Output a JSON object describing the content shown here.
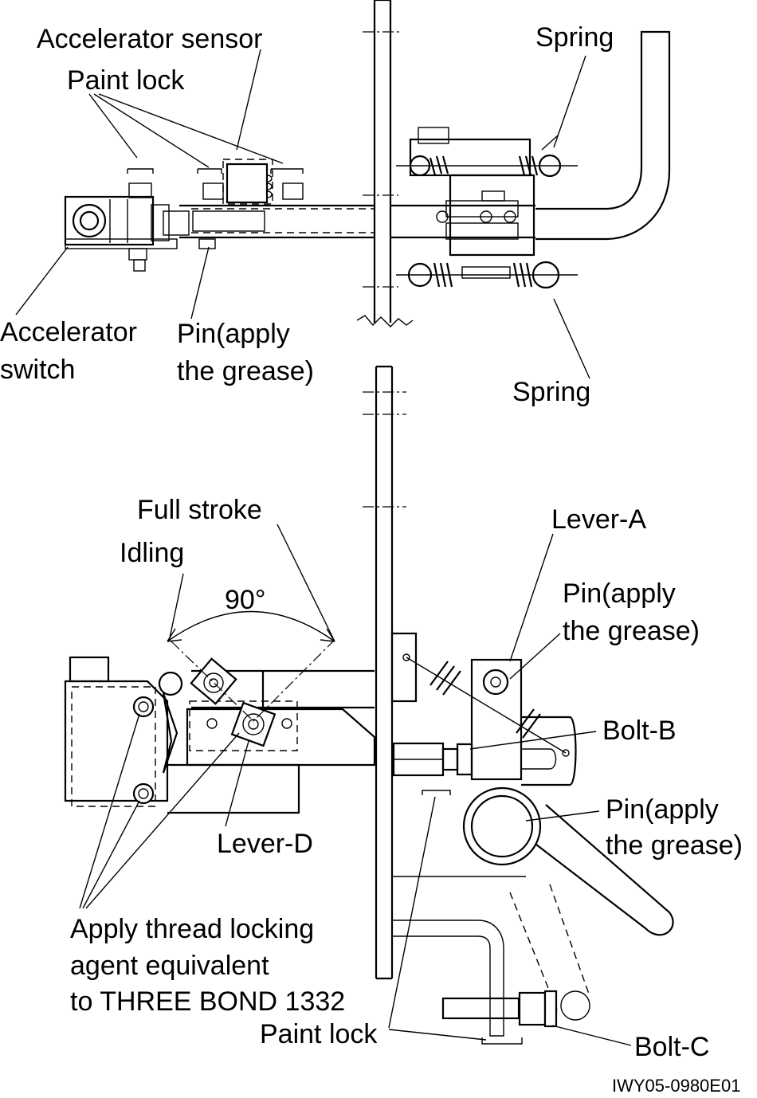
{
  "labels": {
    "accelerator_sensor": "Accelerator sensor",
    "paint_lock_top": "Paint lock",
    "spring_top": "Spring",
    "accelerator_switch_1": "Accelerator",
    "accelerator_switch_2": "switch",
    "pin_top_1": "Pin(apply",
    "pin_top_2": "the grease)",
    "spring_bottom": "Spring",
    "full_stroke": "Full stroke",
    "idling": "Idling",
    "angle": "90°",
    "lever_a": "Lever-A",
    "pin_right_1": "Pin(apply",
    "pin_right_2": "the grease)",
    "bolt_b": "Bolt-B",
    "pin_low_1": "Pin(apply",
    "pin_low_2": "the grease)",
    "lever_d": "Lever-D",
    "thread_lock_1": "Apply thread locking",
    "thread_lock_2": "agent equivalent",
    "thread_lock_3": "to THREE BOND 1332",
    "paint_lock_bottom": "Paint lock",
    "bolt_c": "Bolt-C",
    "figure_code": "IWY05-0980E01"
  }
}
